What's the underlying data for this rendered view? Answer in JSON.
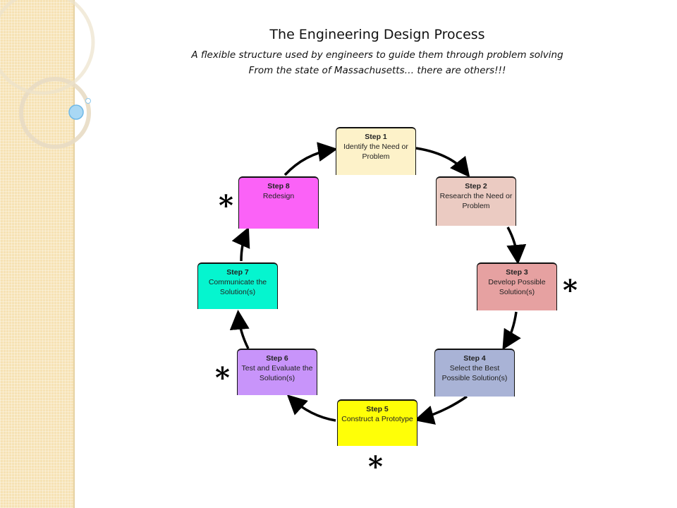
{
  "header": {
    "title": "The Engineering Design Process",
    "subtitle_1": "A flexible structure used by engineers to guide them through problem solving",
    "subtitle_2": "From the state of Massachusetts… there are others!!!"
  },
  "steps": [
    {
      "title": "Step 1",
      "desc": "Identify the Need or Problem",
      "color": "#fdf2c9"
    },
    {
      "title": "Step 2",
      "desc": "Research the Need or Problem",
      "color": "#ebcbc2"
    },
    {
      "title": "Step 3",
      "desc": "Develop Possible Solution(s)",
      "color": "#e6a1a1"
    },
    {
      "title": "Step 4",
      "desc": "Select the Best Possible Solution(s)",
      "color": "#a9b3d6"
    },
    {
      "title": "Step 5",
      "desc": "Construct a Prototype",
      "color": "#ffff07"
    },
    {
      "title": "Step 6",
      "desc": "Test and Evaluate the Solution(s)",
      "color": "#c894fa"
    },
    {
      "title": "Step 7",
      "desc": "Communicate the Solution(s)",
      "color": "#05f5cf"
    },
    {
      "title": "Step 8",
      "desc": "Redesign",
      "color": "#fb62f7"
    }
  ],
  "markers": {
    "asterisk": "*"
  },
  "colors": {
    "side_panel": "#f6e2b4",
    "arrow": "#000000"
  }
}
